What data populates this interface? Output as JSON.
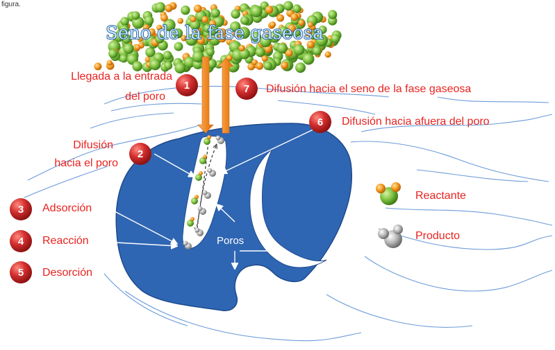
{
  "corner_text": "figura.",
  "bulk_label": "Seno de la fase gaseosa",
  "steps": [
    {
      "num": "1",
      "label_lines": [
        "Llegada a la entrada",
        "del poro"
      ]
    },
    {
      "num": "2",
      "label_lines": [
        "Difusión",
        "hacia el poro"
      ]
    },
    {
      "num": "3",
      "label_lines": [
        "Adsorción"
      ]
    },
    {
      "num": "4",
      "label_lines": [
        "Reacción"
      ]
    },
    {
      "num": "5",
      "label_lines": [
        "Desorción"
      ]
    },
    {
      "num": "6",
      "label_lines": [
        "Difusión hacia afuera del poro"
      ]
    },
    {
      "num": "7",
      "label_lines": [
        "Difusión hacia el seno de la fase gaseosa"
      ]
    }
  ],
  "pores_label": "Poros",
  "legend": [
    {
      "label": "Reactante",
      "icon": "reactant-molecule-icon"
    },
    {
      "label": "Producto",
      "icon": "product-molecule-icon"
    }
  ],
  "colors": {
    "step_label": "#e8231f",
    "step_badge": "#c62828",
    "catalyst": "#2f66b3",
    "catalyst_border": "#1d4a8c",
    "arrow_orange": "#f28c28",
    "flow_lines": "#5b8fd6",
    "reactant_green": "#7fc241",
    "reactant_orange": "#f39c1e",
    "product_gray": "#a9a9a9"
  }
}
